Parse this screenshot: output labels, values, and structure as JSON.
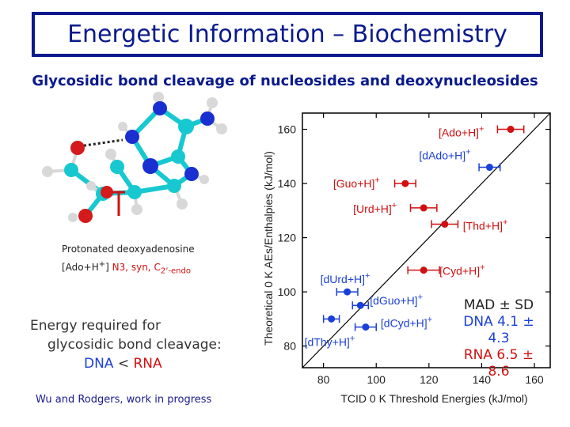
{
  "title": "Energetic Information – Biochemistry",
  "subtitle": "Glycosidic bond cleavage of nucleosides and deoxynucleosides",
  "molecule": {
    "label_line1": "Protonated deoxyadenosine",
    "label_line2_species": "[Ado+H",
    "label_line2_sup": "+",
    "label_line2_close": "] ",
    "label_line2_red": "N3, syn, C",
    "label_line2_sub": "2’-endo"
  },
  "energy_text": {
    "line1": "Energy required for",
    "line2": "glycosidic bond cleavage:",
    "dna": "DNA",
    "lt": " < ",
    "rna": "RNA"
  },
  "credit": "Wu and Rodgers, work in progress",
  "mad": {
    "header": "MAD ± SD",
    "dna": "DNA 4.1 ± 4.3",
    "rna": "RNA 6.5 ± 8.6"
  },
  "colors": {
    "dna": "#1a3fd8",
    "rna": "#d01010",
    "title": "#0a1a8c",
    "carbon": "#18c8d0",
    "nitrogen": "#1a2fd0",
    "oxygen": "#d41a1a",
    "hydrogen": "#d8d8d8"
  },
  "chart_data": {
    "type": "scatter",
    "xlabel": "TCID 0 K Threshold Energies (kJ/mol)",
    "ylabel": "Theoretical 0 K AEs/Enthalpies (kJ/mol)",
    "xlim": [
      72,
      166
    ],
    "ylim": [
      72,
      166
    ],
    "xticks": [
      80,
      100,
      120,
      140,
      160
    ],
    "yticks": [
      80,
      100,
      120,
      140,
      160
    ],
    "grid": false,
    "reference_line": "y = x",
    "series": [
      {
        "name": "RNA",
        "color": "#d01010",
        "points": [
          {
            "label": "[Ado+H]",
            "sup": "+",
            "x": 151,
            "y": 160,
            "xerr": 5
          },
          {
            "label": "[Guo+H]",
            "sup": "+",
            "x": 111,
            "y": 140,
            "xerr": 4
          },
          {
            "label": "[Urd+H]",
            "sup": "+",
            "x": 118,
            "y": 131,
            "xerr": 5
          },
          {
            "label": "[Thd+H]",
            "sup": "+",
            "x": 126,
            "y": 125,
            "xerr": 5
          },
          {
            "label": "[Cyd+H]",
            "sup": "+",
            "x": 118,
            "y": 108,
            "xerr": 6
          }
        ]
      },
      {
        "name": "DNA",
        "color": "#1a3fd8",
        "points": [
          {
            "label": "[dAdo+H]",
            "sup": "+",
            "x": 143,
            "y": 146,
            "xerr": 4
          },
          {
            "label": "[dUrd+H]",
            "sup": "+",
            "x": 89,
            "y": 100,
            "xerr": 4
          },
          {
            "label": "[dGuo+H]",
            "sup": "+",
            "x": 94,
            "y": 95,
            "xerr": 3
          },
          {
            "label": "[dCyd+H]",
            "sup": "+",
            "x": 96,
            "y": 87,
            "xerr": 4
          },
          {
            "label": "[dThy+H]",
            "sup": "+",
            "x": 83,
            "y": 90,
            "xerr": 3
          }
        ]
      }
    ]
  }
}
